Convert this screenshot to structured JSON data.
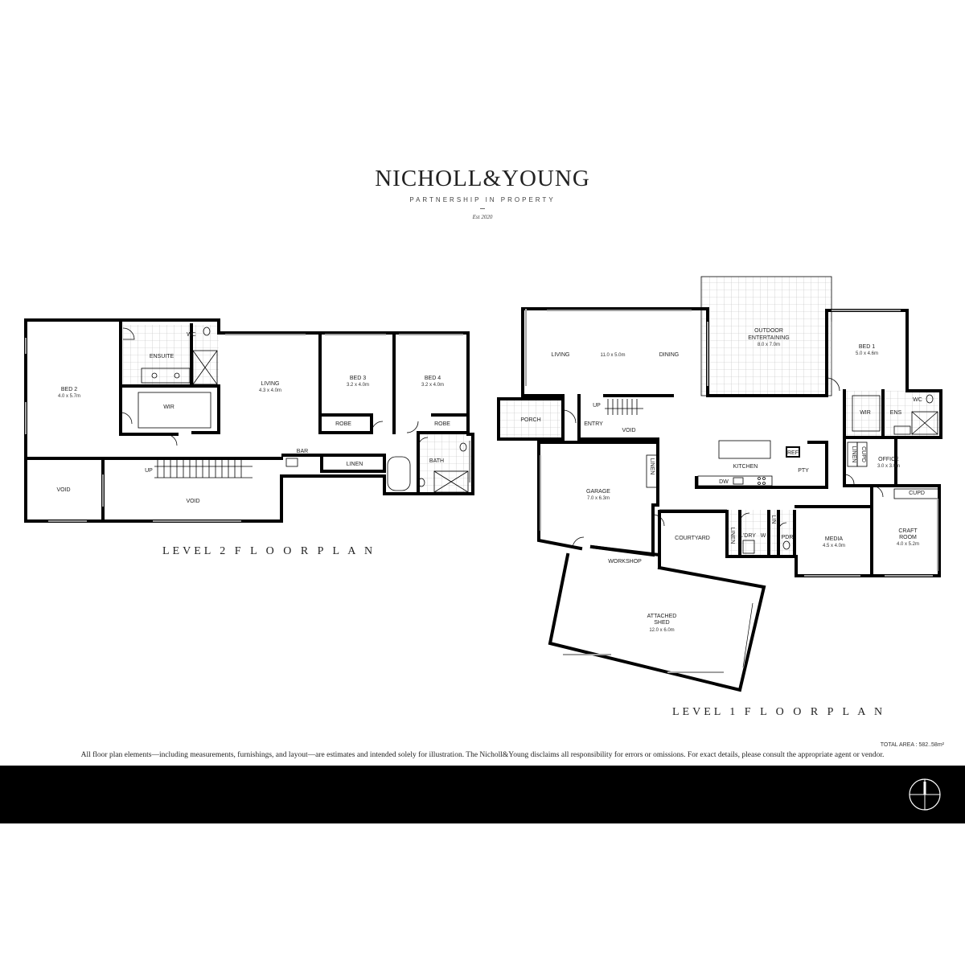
{
  "brand": {
    "name": "NICHOLL&YOUNG",
    "tagline": "PARTNERSHIP IN PROPERTY",
    "established": "Est 2020"
  },
  "level2": {
    "title": "LEVEL 2 F L O O R  P L A N",
    "rooms": {
      "bed2": {
        "name": "BED 2",
        "dims": "4.0 x 5.7m"
      },
      "ensuite": {
        "name": "ENSUITE"
      },
      "wc": {
        "name": "WC"
      },
      "wir": {
        "name": "WIR"
      },
      "living": {
        "name": "LIVING",
        "dims": "4.3 x 4.0m"
      },
      "bed3": {
        "name": "BED 3",
        "dims": "3.2 x 4.0m"
      },
      "bed4": {
        "name": "BED 4",
        "dims": "3.2 x 4.0m"
      },
      "robe3": {
        "name": "ROBE"
      },
      "robe4": {
        "name": "ROBE"
      },
      "bar": {
        "name": "BAR"
      },
      "linen": {
        "name": "LINEN"
      },
      "bath": {
        "name": "BATH"
      },
      "up": {
        "name": "UP"
      },
      "void_left": {
        "name": "VOID"
      },
      "void_right": {
        "name": "VOID"
      }
    }
  },
  "level1": {
    "title": "LEVEL 1 F L O O R  P L A N",
    "rooms": {
      "living": {
        "name": "LIVING"
      },
      "living_dims": {
        "name": "11.0 x 5.0m"
      },
      "dining": {
        "name": "DINING"
      },
      "outdoor": {
        "name": "OUTDOOR",
        "name2": "ENTERTAINING",
        "dims": "8.0 x 7.0m"
      },
      "bed1": {
        "name": "BED 1",
        "dims": "5.0 x 4.6m"
      },
      "wir": {
        "name": "WIR"
      },
      "ens": {
        "name": "ENS"
      },
      "wc": {
        "name": "WC"
      },
      "porch": {
        "name": "PORCH"
      },
      "entry": {
        "name": "ENTRY"
      },
      "up": {
        "name": "UP"
      },
      "void": {
        "name": "VOID"
      },
      "ref": {
        "name": "REF"
      },
      "kitchen": {
        "name": "KITCHEN"
      },
      "pty": {
        "name": "PTY"
      },
      "dw": {
        "name": "DW"
      },
      "linen_a": {
        "name": "LINEN"
      },
      "cupd_a": {
        "name": "CUPD"
      },
      "office": {
        "name": "OFFICE",
        "dims": "3.0 x 3.0m"
      },
      "cupd_b": {
        "name": "CUPD"
      },
      "linen_garage": {
        "name": "LINEN"
      },
      "garage": {
        "name": "GARAGE",
        "dims": "7.0 x 6.3m"
      },
      "courtyard": {
        "name": "COURTYARD"
      },
      "linen_b": {
        "name": "LINEN"
      },
      "ldry": {
        "name": "L'DRY"
      },
      "w": {
        "name": "W"
      },
      "lin": {
        "name": "LIN"
      },
      "pdr": {
        "name": "PDR"
      },
      "media": {
        "name": "MEDIA",
        "dims": "4.5 x 4.0m"
      },
      "craft": {
        "name": "CRAFT",
        "name2": "ROOM",
        "dims": "4.0 x 5.2m"
      },
      "workshop": {
        "name": "WORKSHOP"
      },
      "shed": {
        "name": "ATTACHED",
        "name2": "SHED",
        "dims": "12.0 x 6.0m"
      }
    }
  },
  "total_area": "TOTAL AREA : 582..58m²",
  "disclaimer": "All floor plan elements—including measurements, furnishings, and layout—are estimates and intended solely for illustration. The Nicholl&Young disclaims all responsibility for errors or omissions. For exact details, please consult the appropriate agent or vendor.",
  "colors": {
    "wall": "#000000",
    "footer": "#000000",
    "tile": "#bbbbbb"
  },
  "icons": [
    "compass-icon"
  ]
}
